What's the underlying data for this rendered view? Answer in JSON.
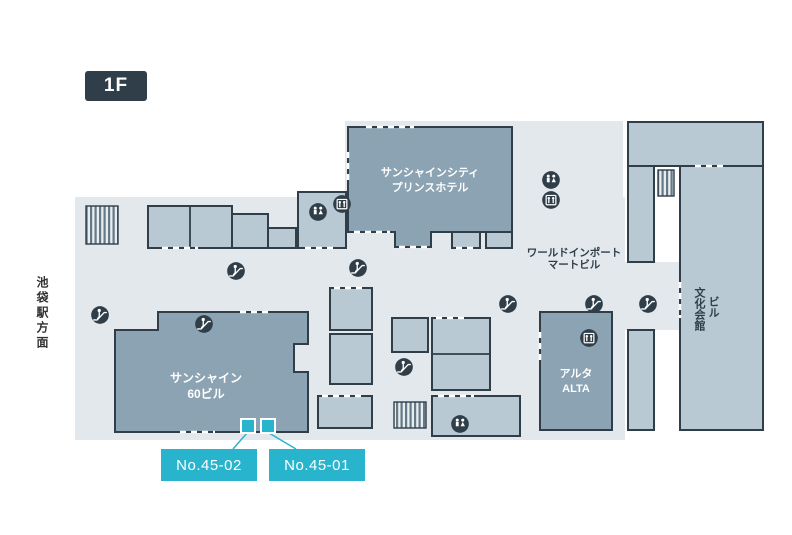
{
  "floor": {
    "label": "1F"
  },
  "direction": {
    "label": "池袋駅方面"
  },
  "buildings": {
    "prince_hotel": {
      "line1": "サンシャインシティ",
      "line2": "プリンスホテル"
    },
    "world_import_mart": {
      "line1": "ワールドインポート",
      "line2": "マートビル"
    },
    "bunka_kaikan": {
      "line1": "文化会館",
      "line2": "ビル"
    },
    "sunshine_60": {
      "line1": "サンシャイン",
      "line2": "60ビル"
    },
    "alta": {
      "line1": "アルタ",
      "line2": "ALTA"
    }
  },
  "markers": {
    "no_45_02": {
      "label": "No.45-02"
    },
    "no_45_01": {
      "label": "No.45-01"
    }
  },
  "icons": {
    "types": [
      "escalator-icon",
      "elevator-icon",
      "restroom-icon",
      "stairs"
    ]
  },
  "colors": {
    "accent_cyan": "#29b4ce",
    "dark_slate": "#2f3e49",
    "building_light": "#b9c9d3",
    "building_mid": "#8ba3b2",
    "corridor_gray": "#e3e8ec",
    "text_dark": "#2f3e49"
  }
}
